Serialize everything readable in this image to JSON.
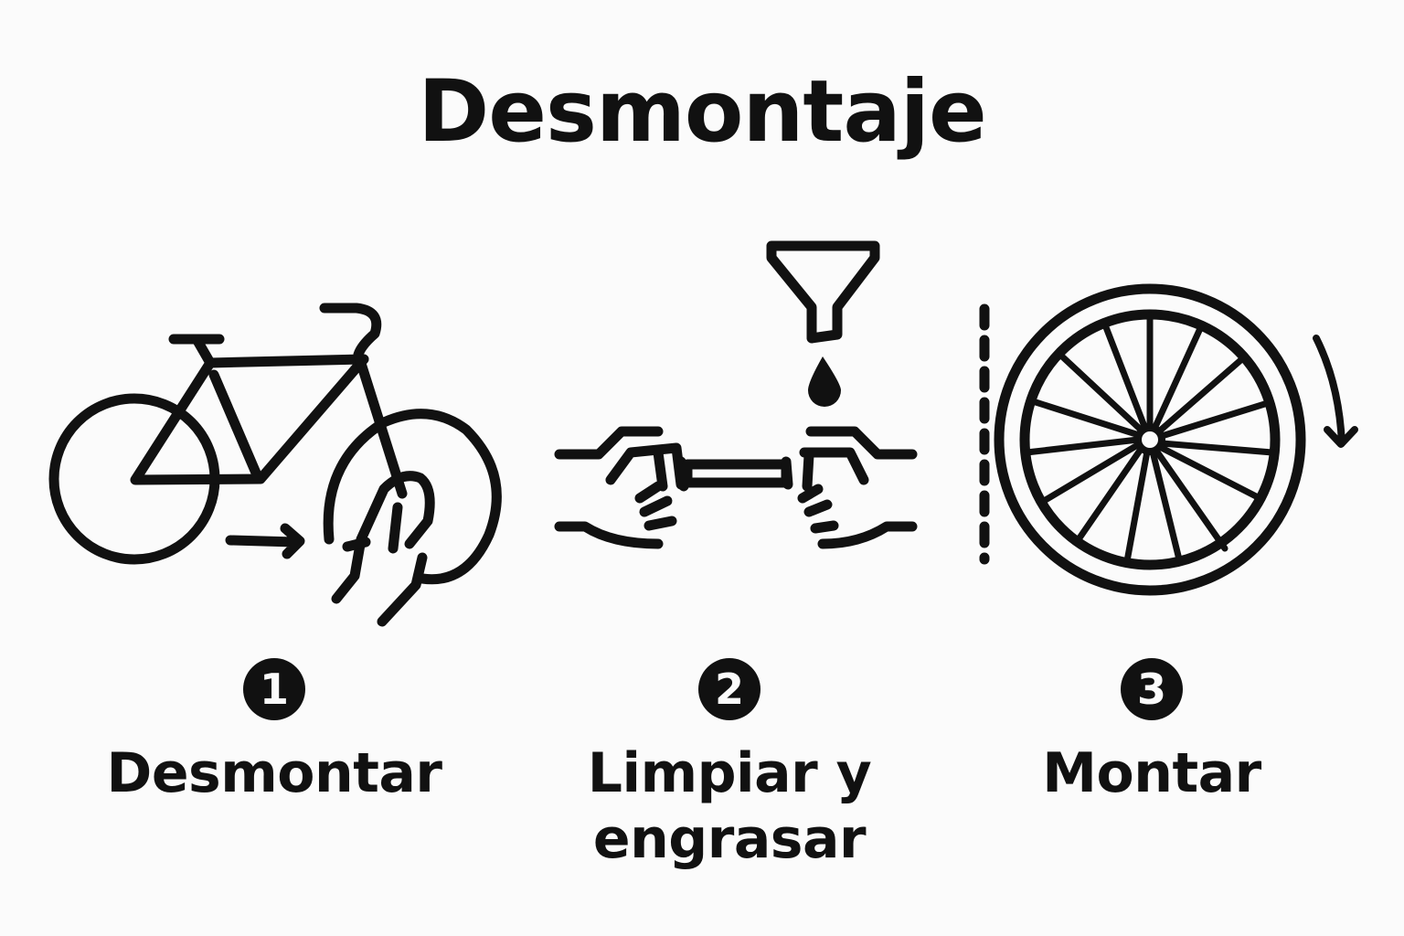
{
  "title": "Desmontaje",
  "steps": [
    {
      "number": "1",
      "label": "Desmontar",
      "icon": "bicycle-wheel-removal-icon"
    },
    {
      "number": "2",
      "label": "Limpiar y engrasar",
      "icon": "hands-wrench-oil-funnel-icon"
    },
    {
      "number": "3",
      "label": "Montar",
      "icon": "wheel-rotation-icon"
    }
  ],
  "colors": {
    "ink": "#111111",
    "background": "#fbfbfb"
  }
}
